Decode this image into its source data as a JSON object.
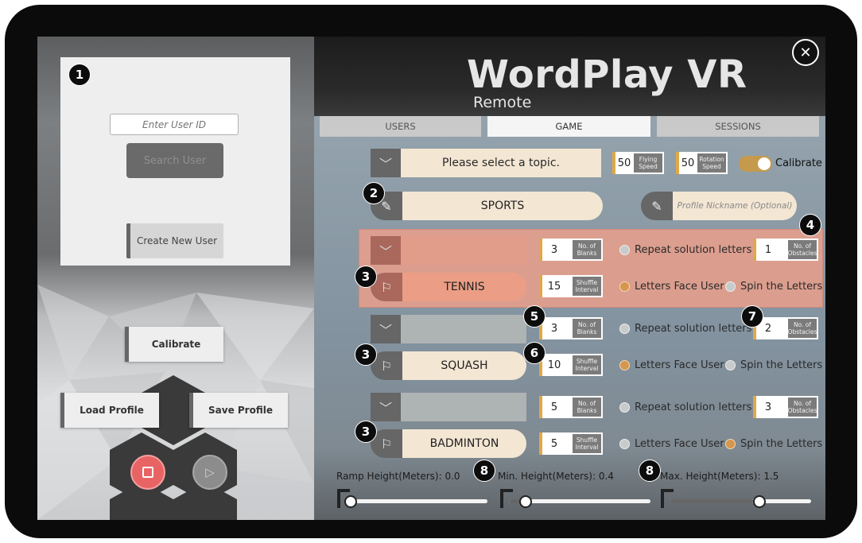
{
  "app": {
    "title": "WordPlay VR",
    "subtitle": "Remote"
  },
  "close_icon": "close-icon",
  "left_panel": {
    "user_id_placeholder": "Enter User ID",
    "search_button": "Search User",
    "create_button": "Create New User",
    "calibrate_button": "Calibrate",
    "load_profile_button": "Load Profile",
    "save_profile_button": "Save Profile",
    "stop_icon": "stop-icon",
    "play_icon": "play-icon"
  },
  "tabs": [
    {
      "label": "USERS",
      "active": false
    },
    {
      "label": "GAME",
      "active": true
    },
    {
      "label": "SESSIONS",
      "active": false
    }
  ],
  "game": {
    "topic_placeholder": "Please select a topic.",
    "flying_speed": {
      "value": "50",
      "label": "Flying Speed"
    },
    "rotation_speed": {
      "value": "50",
      "label": "Rotation Speed"
    },
    "calibrate_label": "Calibrate",
    "calibrate_on": true,
    "topic_name": "SPORTS",
    "nickname_placeholder": "Profile Nickname (Optional)",
    "labels": {
      "blanks": "No. of Blanks",
      "shuffle": "Shuffle Interval",
      "obstacles": "No. of Obstacles",
      "repeat": "Repeat solution letters",
      "face": "Letters Face User",
      "spin": "Spin the Letters"
    },
    "words": [
      {
        "word": "TENNIS",
        "blanks": "3",
        "shuffle": "15",
        "obstacles": "1",
        "repeat_selected": false,
        "mode": "face",
        "highlighted": true
      },
      {
        "word": "SQUASH",
        "blanks": "3",
        "shuffle": "10",
        "obstacles": "2",
        "repeat_selected": false,
        "mode": "face",
        "highlighted": false
      },
      {
        "word": "BADMINTON",
        "blanks": "5",
        "shuffle": "5",
        "obstacles": "3",
        "repeat_selected": false,
        "mode": "spin",
        "highlighted": false
      }
    ],
    "sliders": [
      {
        "label": "Ramp Height(Meters): 0.0",
        "value": 0.0
      },
      {
        "label": "Min. Height(Meters): 0.4",
        "value": 0.4
      },
      {
        "label": "Max. Height(Meters): 1.5",
        "value": 1.5
      }
    ]
  },
  "badges": [
    "1",
    "2",
    "3",
    "4",
    "5",
    "6",
    "7",
    "8"
  ],
  "colors": {
    "accent": "#e0a847",
    "highlight_row": "#e59f8c",
    "field": "#f3e6d3",
    "stop": "#e86464"
  }
}
